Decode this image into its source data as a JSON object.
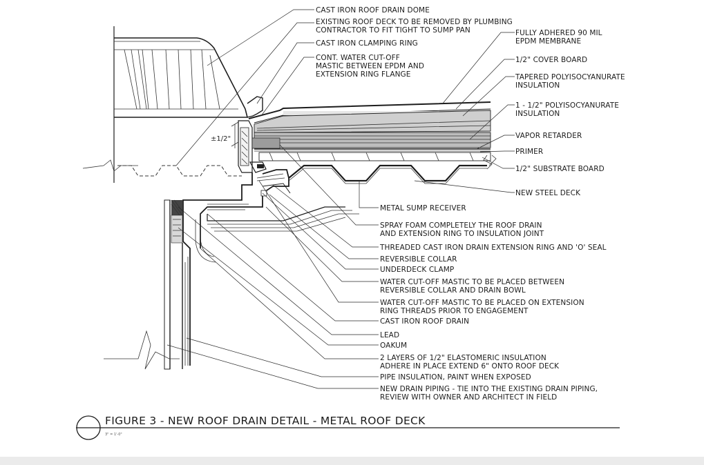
{
  "figure": {
    "title": "FIGURE 3 - NEW ROOF DRAIN DETAIL - METAL ROOF DECK",
    "scale": "3\" = 1'-0\"",
    "dimension": "±1/2\""
  },
  "labels_left": [
    "CAST IRON ROOF DRAIN DOME",
    "EXISTING ROOF DECK TO BE REMOVED BY PLUMBING",
    "CONTRACTOR TO FIT TIGHT TO SUMP PAN",
    "CAST IRON CLAMPING RING",
    "CONT. WATER CUT-OFF",
    "MASTIC BETWEEN EPDM AND",
    "EXTENSION RING FLANGE"
  ],
  "labels_right": [
    "FULLY ADHERED 90 MIL",
    "EPDM MEMBRANE",
    "1/2\" COVER BOARD",
    "TAPERED POLYISOCYANURATE",
    "INSULATION",
    "1 - 1/2\" POLYISOCYANURATE",
    "INSULATION",
    "VAPOR RETARDER",
    "PRIMER",
    "1/2\" SUBSTRATE BOARD",
    "NEW STEEL DECK"
  ],
  "labels_bottom": [
    "METAL SUMP RECEIVER",
    "SPRAY FOAM COMPLETELY THE ROOF DRAIN",
    "AND EXTENSION RING TO INSULATION JOINT",
    "THREADED CAST IRON DRAIN EXTENSION RING AND 'O' SEAL",
    "REVERSIBLE COLLAR",
    "UNDERDECK CLAMP",
    "WATER CUT-OFF MASTIC TO BE PLACED BETWEEN",
    "REVERSIBLE COLLAR AND DRAIN BOWL",
    "WATER CUT-OFF MASTIC TO BE PLACED ON EXTENSION",
    "RING THREADS PRIOR TO ENGAGEMENT",
    "CAST IRON ROOF DRAIN",
    "LEAD",
    "OAKUM",
    "2 LAYERS OF 1/2\" ELASTOMERIC INSULATION",
    "ADHERE IN PLACE EXTEND 6\" ONTO ROOF DECK",
    "PIPE INSULATION, PAINT WHEN EXPOSED",
    "NEW DRAIN PIPING - TIE INTO THE EXISTING DRAIN PIPING,",
    "REVIEW WITH OWNER AND ARCHITECT IN FIELD"
  ]
}
